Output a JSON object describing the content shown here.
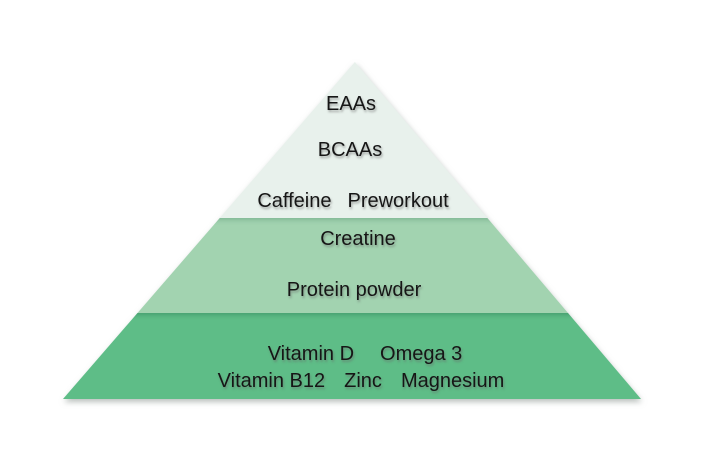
{
  "colors": {
    "background": "#ffffff",
    "tier_top": "#e8f1ec",
    "tier_middle": "#a2d3b0",
    "tier_bottom": "#5ebd87",
    "label_text": "#161616"
  },
  "pyramid": {
    "tiers": [
      {
        "name": "top",
        "color": "#e8f1ec",
        "rows": [
          {
            "items": [
              "EAAs"
            ]
          },
          {
            "items": [
              "BCAAs"
            ]
          },
          {
            "items": [
              "Caffeine",
              "Preworkout"
            ]
          }
        ]
      },
      {
        "name": "middle",
        "color": "#a2d3b0",
        "rows": [
          {
            "items": [
              "Creatine"
            ]
          },
          {
            "items": [
              "Protein powder"
            ]
          }
        ]
      },
      {
        "name": "bottom",
        "color": "#5ebd87",
        "rows": [
          {
            "items": [
              "Vitamin D",
              "Omega 3"
            ]
          },
          {
            "items": [
              "Vitamin B12",
              "Zinc",
              "Magnesium"
            ]
          }
        ]
      }
    ]
  }
}
